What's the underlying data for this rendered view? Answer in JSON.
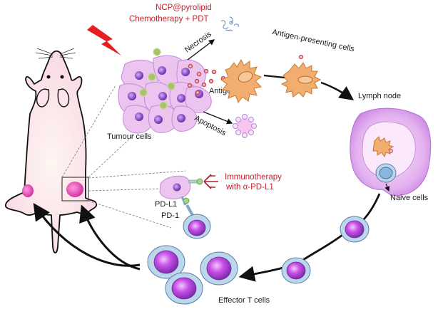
{
  "labels": {
    "treatment_line1": "NCP@pyrolipid",
    "treatment_line2": "Chemotherapy + PDT",
    "necrosis": "Necrosis",
    "apoptosis": "Apoptosis",
    "antigen": "Antigen",
    "antigen_presenting_cells": "Antigen-presenting cells",
    "lymph_node": "Lymph node",
    "tumour_cells": "Tumour cells",
    "immunotherapy_line1": "Immunotherapy",
    "immunotherapy_line2": "with α-PD-L1",
    "pd_l1": "PD-L1",
    "pd_1": "PD-1",
    "naive_cells": "Naive cells",
    "effector_t_cells": "Effector T cells"
  },
  "colors": {
    "text_red": "#c8202a",
    "tumour_cell_fill": "#ecc4f0",
    "nucleus": "#8a3fc8",
    "apc_fill": "#f2ae6e",
    "t_cell_outer": "#bcd6ec",
    "t_cell_inner": "#c64fe6",
    "mouse_fill": "#fbe4ea",
    "tumour_spot": "#e44fb4",
    "antigen_dot": "#d76a7a",
    "nanoparticle": "#a4c46a"
  }
}
